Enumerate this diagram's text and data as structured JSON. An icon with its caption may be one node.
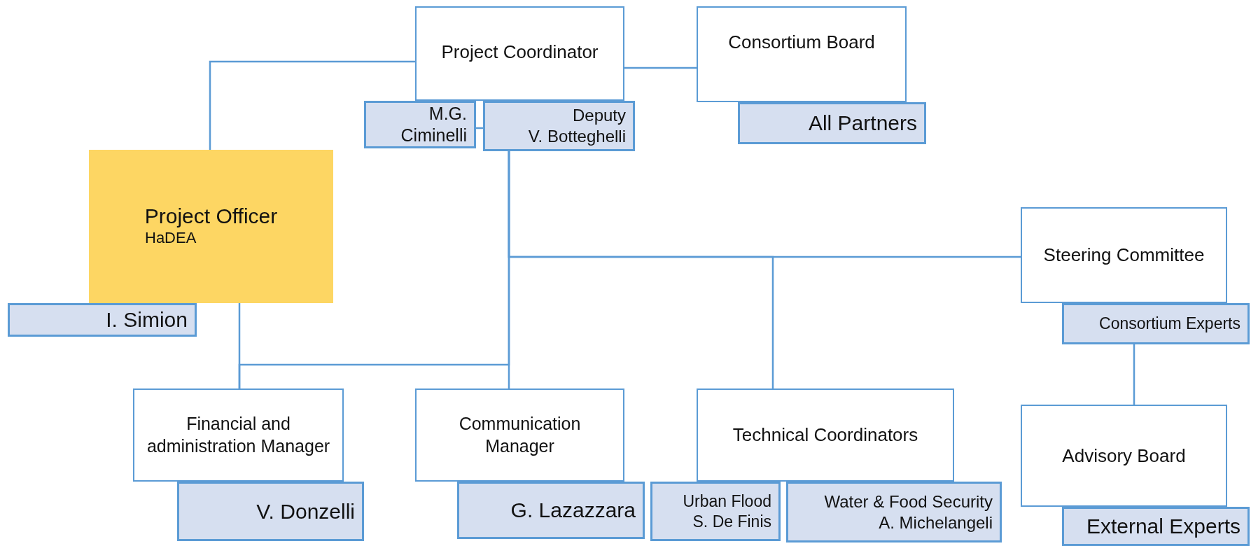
{
  "diagram": {
    "nodes": [
      {
        "text": [
          "Project Coordinator"
        ]
      },
      {
        "text": [
          "M.G. Ciminelli"
        ]
      },
      {
        "text": [
          "Deputy",
          "V. Botteghelli"
        ]
      },
      {
        "text": [
          "Consortium Board"
        ]
      },
      {
        "text": [
          "All Partners"
        ]
      },
      {
        "text": [
          "Project Officer",
          "HaDEA"
        ]
      },
      {
        "text": [
          "I. Simion"
        ]
      },
      {
        "text": [
          "Steering Committee"
        ]
      },
      {
        "text": [
          "Consortium Experts"
        ]
      },
      {
        "text": [
          "Financial and administration Manager"
        ]
      },
      {
        "text": [
          "V. Donzelli"
        ]
      },
      {
        "text": [
          "Communication Manager"
        ]
      },
      {
        "text": [
          "G. Lazazzara"
        ]
      },
      {
        "text": [
          "Technical Coordinators"
        ]
      },
      {
        "text": [
          "Urban Flood",
          "S. De Finis"
        ]
      },
      {
        "text": [
          "Water & Food Security",
          "A. Michelangeli"
        ]
      },
      {
        "text": [
          "Advisory Board"
        ]
      },
      {
        "text": [
          "External Experts"
        ]
      }
    ],
    "edges": [
      {
        "from": 0,
        "to": 5,
        "arrow": "none"
      },
      {
        "from": 0,
        "to": 3,
        "arrow": "none"
      },
      {
        "from": 1,
        "to": 2,
        "arrow": "none"
      },
      {
        "from": 2,
        "to": 7,
        "arrow": "none"
      },
      {
        "from": 2,
        "to": 9,
        "arrow": "none"
      },
      {
        "from": 2,
        "to": 11,
        "arrow": "none"
      },
      {
        "from": 2,
        "to": 13,
        "arrow": "none"
      },
      {
        "from": 5,
        "to": 9,
        "arrow": "none"
      },
      {
        "from": 8,
        "to": 16,
        "arrow": "none"
      }
    ]
  }
}
